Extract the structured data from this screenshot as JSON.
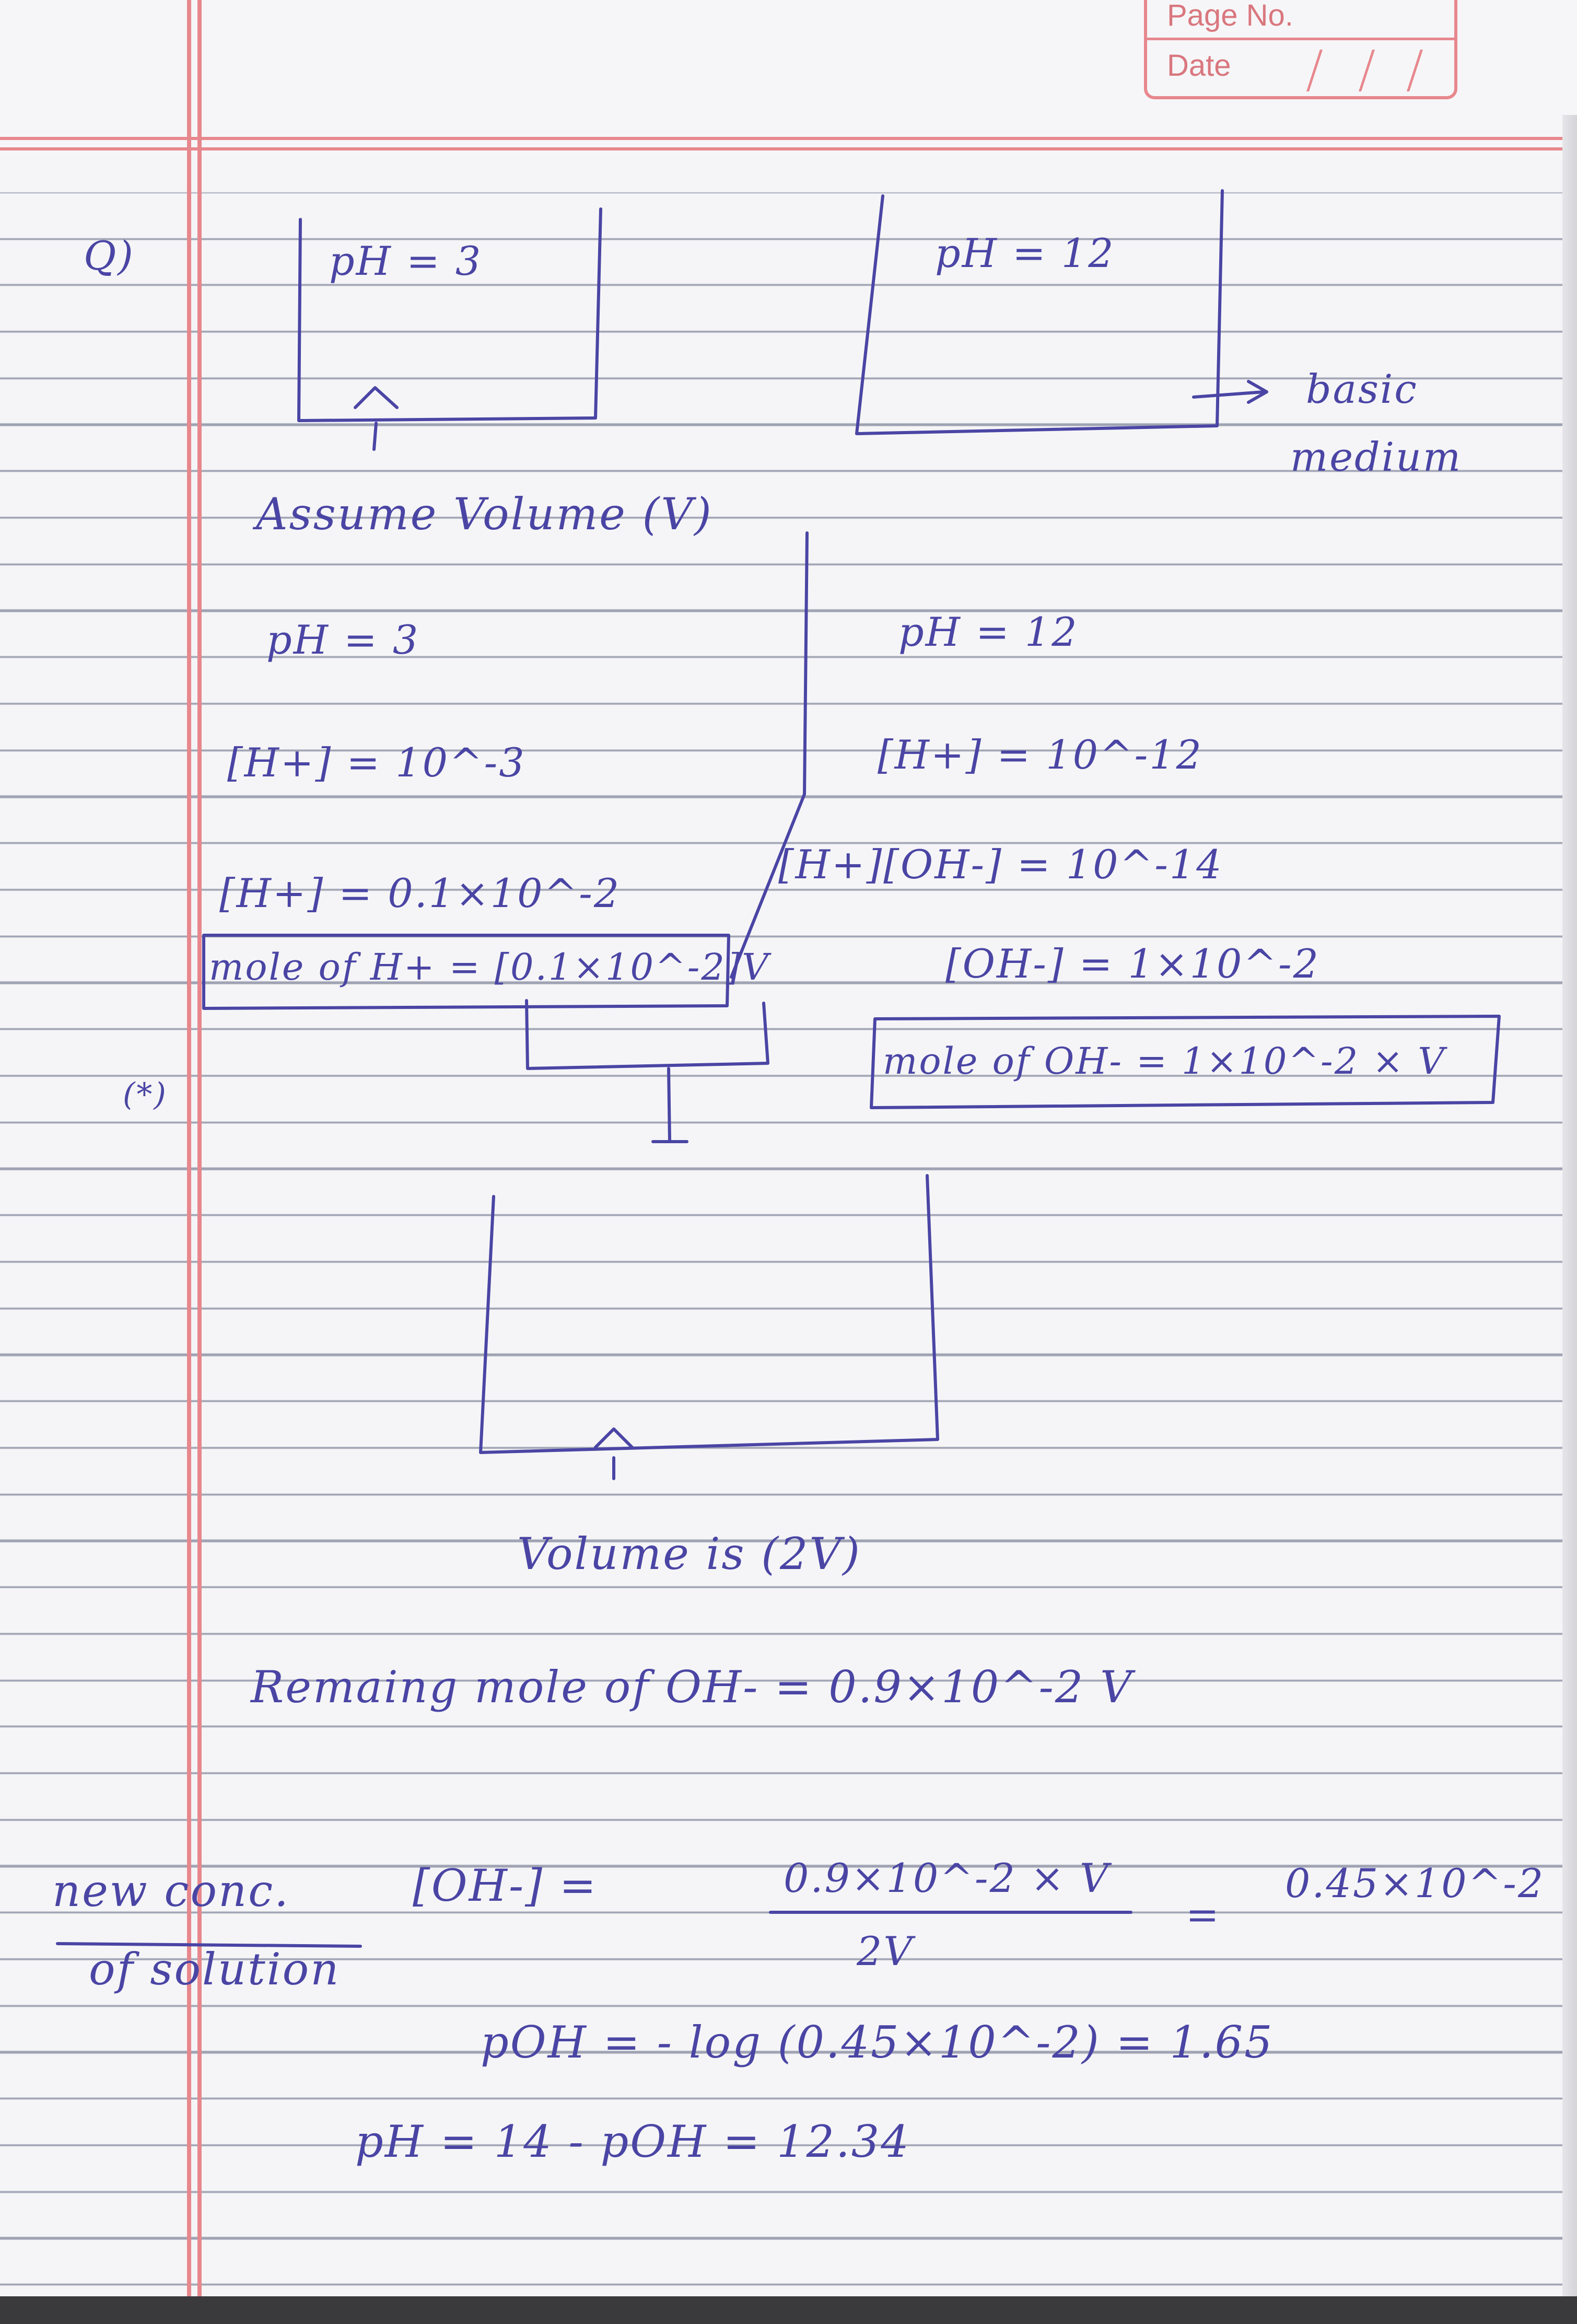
{
  "header": {
    "page_no_label": "Page No.",
    "date_label": "Date"
  },
  "notes": {
    "mark_top": "Q)",
    "mark_side": "(*)",
    "beaker_left_label": "pH = 3",
    "beaker_right_label": "pH = 12",
    "basic_medium": [
      "basic",
      "medium"
    ],
    "assume": "Assume Volume (V)",
    "left_col": {
      "ph": "pH = 3",
      "h_conc": "[H+] = 10^-3",
      "h_conc2": "[H+] = 0.1×10^-2",
      "moles_h": "mole of H+ = [0.1×10^-2]V"
    },
    "right_col": {
      "ph": "pH = 12",
      "h_conc": "[H+] = 10^-12",
      "kw": "[H+][OH-] = 10^-14",
      "oh_conc": "[OH-] = 1×10^-2",
      "moles_oh": "mole of OH- = 1×10^-2 × V"
    },
    "volume_is": "Volume is (2V)",
    "remaining": "Remaing mole of OH- = 0.9×10^-2 V",
    "new_conc_lines": [
      "new conc.",
      "of solution"
    ],
    "oh_lhs": "[OH-] =",
    "frac_num": "0.9×10^-2 × V",
    "frac_den": "2V",
    "equals": "=",
    "result_conc": "0.45×10^-2",
    "poh_line": "pOH = - log (0.45×10^-2) = 1.65",
    "ph_line": "pH = 14 - pOH = 12.34"
  },
  "colors": {
    "ink": "#4a45a4",
    "margin_red": "#e7878d",
    "rule": "#9ea2b2",
    "paper": "#f5f5f7"
  }
}
